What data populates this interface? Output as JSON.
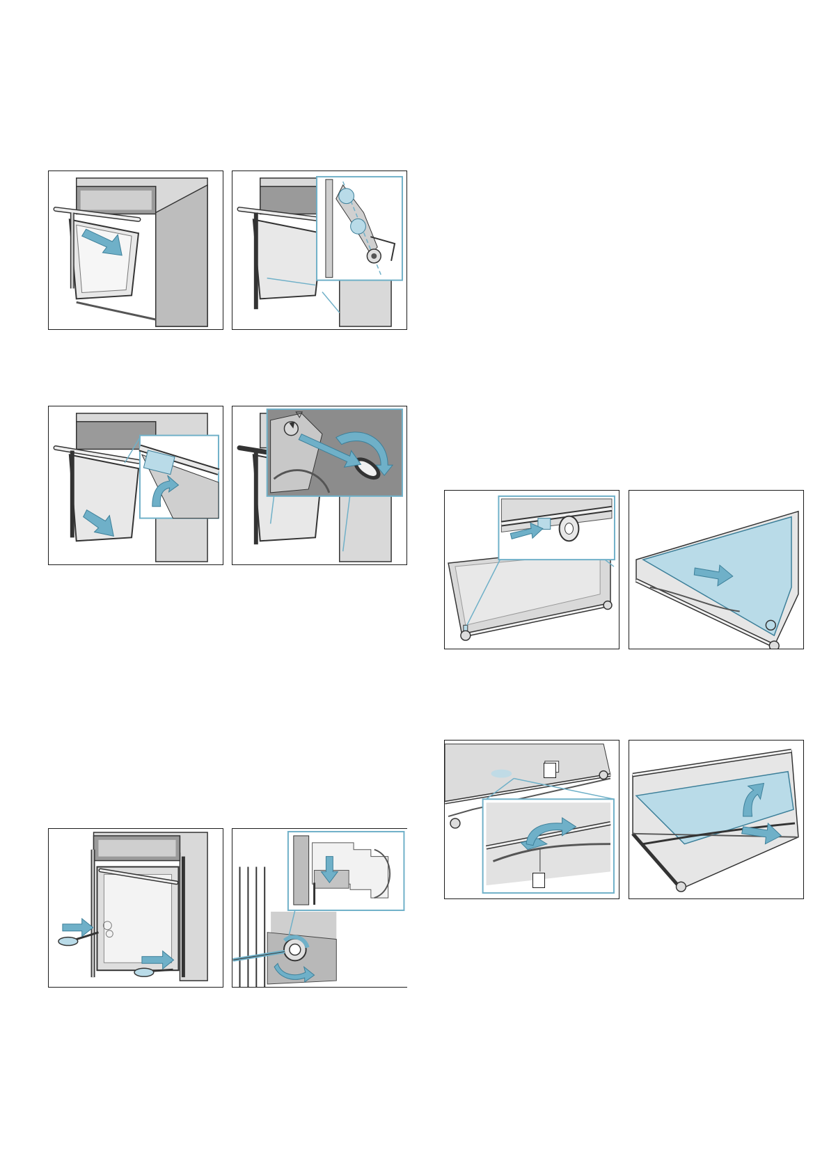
{
  "document": {
    "page_width": 1191,
    "page_height": 1684,
    "background": "#ffffff"
  },
  "colors": {
    "accent": "#6fb0c8",
    "accent_light": "#b9dbe8",
    "frame": "#1a1a1a",
    "steel_light": "#e6e6e6",
    "steel_mid": "#bdbdbd",
    "steel_dark": "#8a8a8a"
  },
  "figures": [
    {
      "id": "fig-door-open",
      "group": "left-column",
      "step": 1,
      "arrows": 1
    },
    {
      "id": "fig-hinge-detail",
      "group": "left-column",
      "step": 1,
      "arrows": 0
    },
    {
      "id": "fig-handle-clip",
      "group": "left-column",
      "step": 2,
      "arrows": 2
    },
    {
      "id": "fig-hinge-cap",
      "group": "left-column",
      "step": 2,
      "arrows": 2
    },
    {
      "id": "fig-screwdriver",
      "group": "left-column",
      "step": 3,
      "arrows": 2
    },
    {
      "id": "fig-hinge-screw",
      "group": "left-column",
      "step": 3,
      "arrows": 2
    },
    {
      "id": "fig-glass-clip",
      "group": "right-column",
      "step": 1,
      "arrows": 1
    },
    {
      "id": "fig-glass-slide",
      "group": "right-column",
      "step": 1,
      "arrows": 1
    },
    {
      "id": "fig-seal-clip",
      "group": "right-column",
      "step": 2,
      "arrows": 2
    },
    {
      "id": "fig-glass-insert",
      "group": "right-column",
      "step": 2,
      "arrows": 2
    }
  ]
}
